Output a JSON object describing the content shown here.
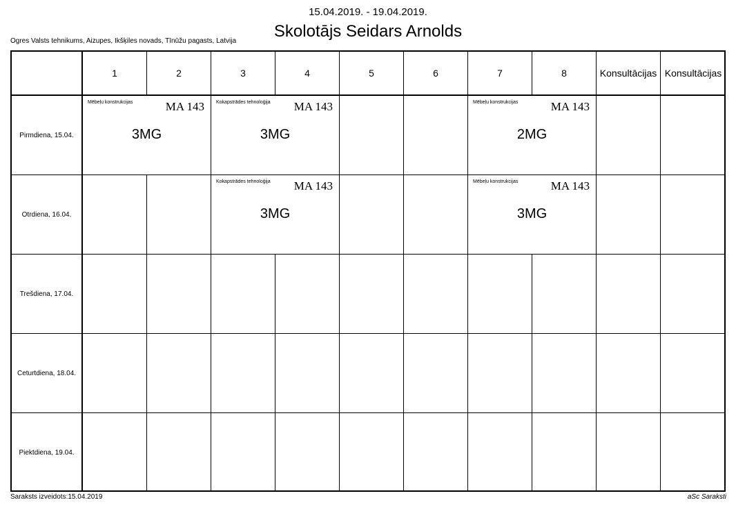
{
  "header": {
    "date_range": "15.04.2019. - 19.04.2019.",
    "title": "Skolotājs Seidars Arnolds",
    "school": "Ogres Valsts tehnikums, Aizupes, Ikšķiles novads, Tīnūžu pagasts, Latvija"
  },
  "columns": [
    "1",
    "2",
    "3",
    "4",
    "5",
    "6",
    "7",
    "8",
    "Konsultācijas",
    "Konsultācijas"
  ],
  "days": [
    "Pirmdiena, 15.04.",
    "Otrdiena, 16.04.",
    "Trešdiena, 17.04.",
    "Ceturtdiena, 18.04.",
    "Piektdiena, 19.04."
  ],
  "lessons": [
    {
      "day": 0,
      "col": 0,
      "span": 2,
      "subject": "Mēbeļu konstrukcijas",
      "room": "MA 143",
      "class": "3MG"
    },
    {
      "day": 0,
      "col": 2,
      "span": 2,
      "subject": "Kokapstrādes tehnoloģija",
      "room": "MA 143",
      "class": "3MG"
    },
    {
      "day": 0,
      "col": 6,
      "span": 2,
      "subject": "Mēbeļu konstrukcijas",
      "room": "MA 143",
      "class": "2MG"
    },
    {
      "day": 1,
      "col": 2,
      "span": 2,
      "subject": "Kokapstrādes tehnoloģija",
      "room": "MA 143",
      "class": "3MG"
    },
    {
      "day": 1,
      "col": 6,
      "span": 2,
      "subject": "Mēbeļu konstrukcijas",
      "room": "MA 143",
      "class": "3MG"
    }
  ],
  "footer": {
    "created": "Saraksts izveidots:15.04.2019",
    "brand": "aSc Saraksti"
  }
}
